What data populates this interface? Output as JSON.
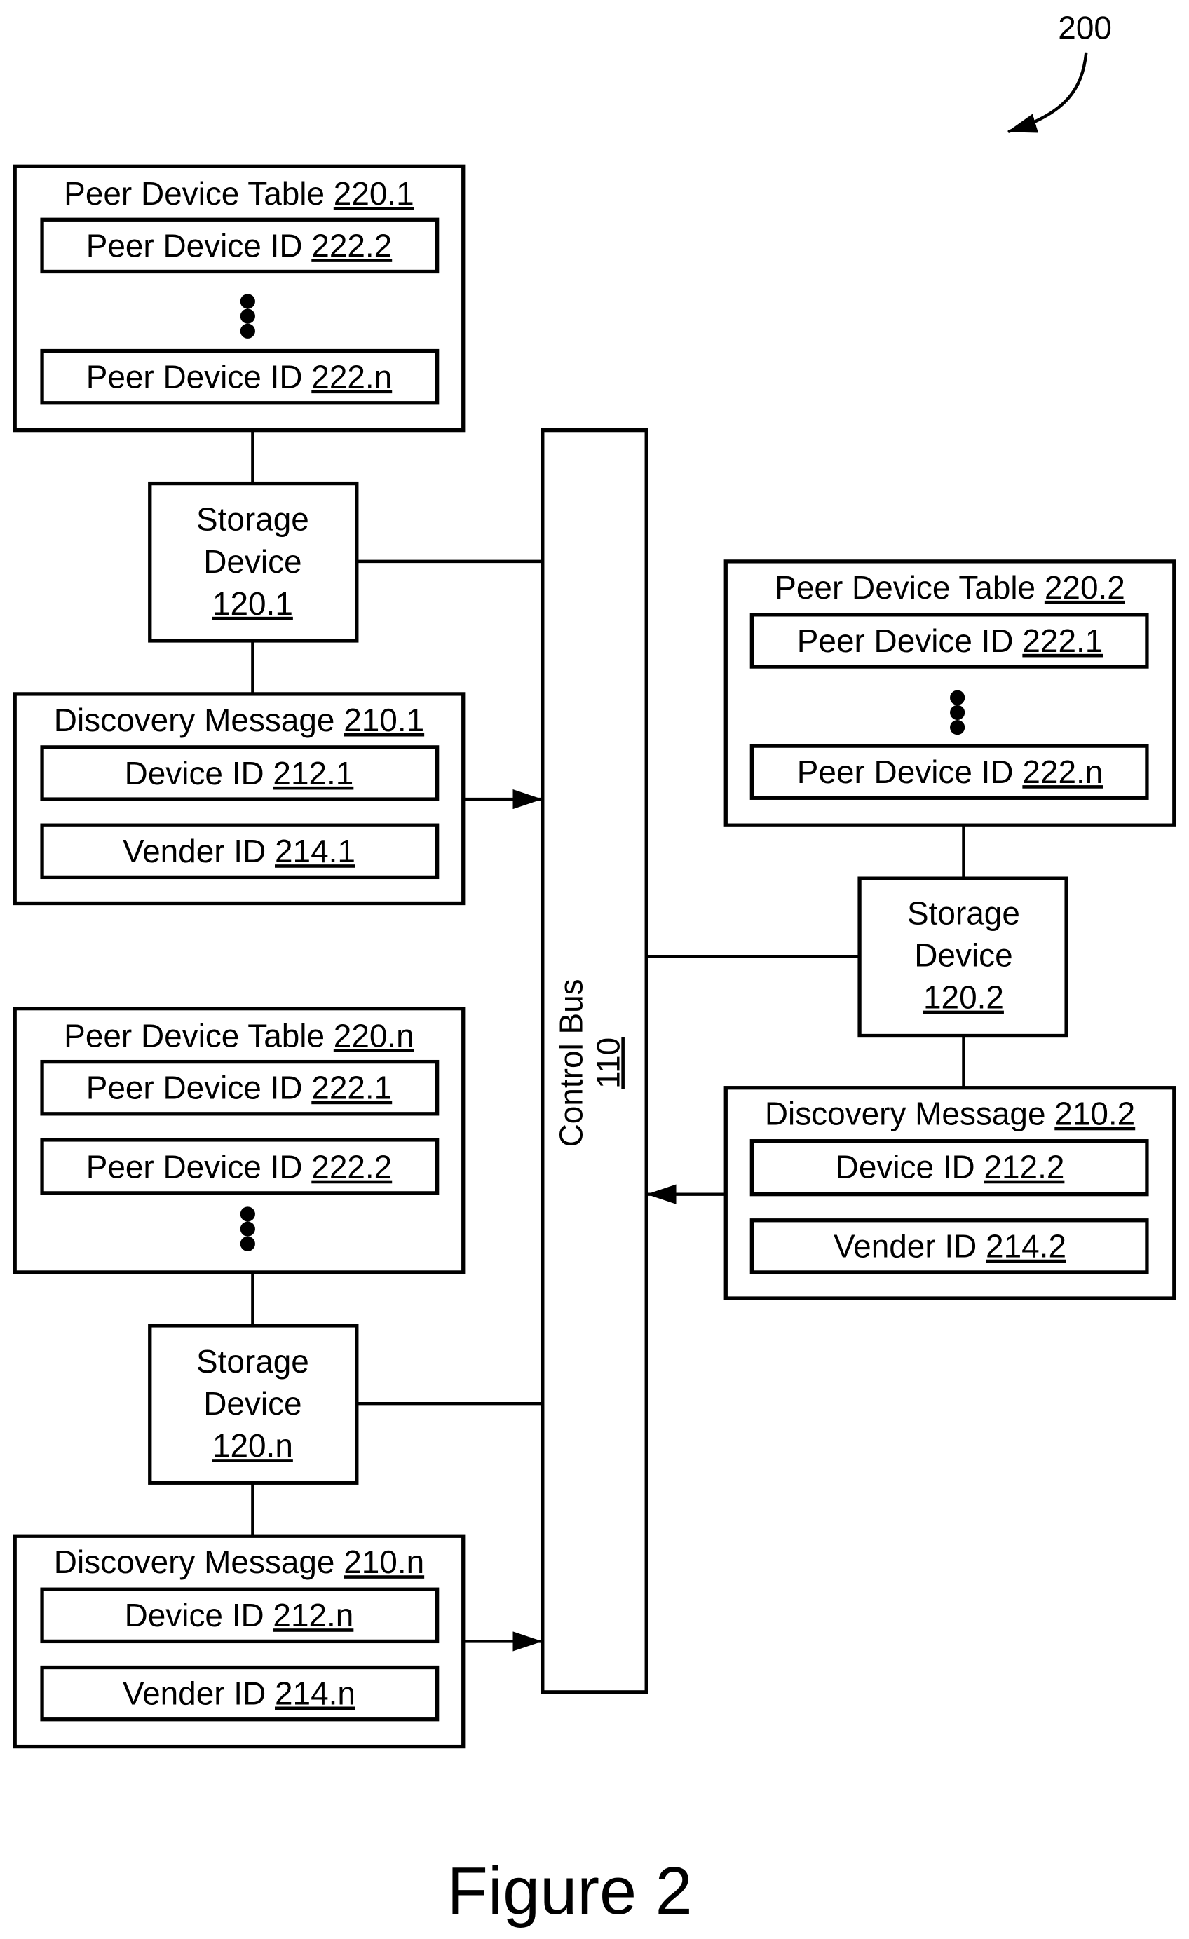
{
  "figure": {
    "reference": "200",
    "caption": "Figure 2"
  },
  "control_bus": {
    "label": "Control Bus",
    "ref": "110"
  },
  "groups": [
    {
      "peer_table": {
        "label": "Peer Device Table ",
        "ref": "220.1",
        "entries": [
          {
            "label": "Peer Device ID ",
            "ref": "222.2"
          },
          {
            "label": "Peer Device ID ",
            "ref": "222.n"
          }
        ]
      },
      "storage": {
        "line1": "Storage",
        "line2": "Device",
        "ref": "120.1"
      },
      "discovery": {
        "label": "Discovery Message ",
        "ref": "210.1",
        "device_id": {
          "label": "Device ID ",
          "ref": "212.1"
        },
        "vender_id": {
          "label": "Vender ID ",
          "ref": "214.1"
        }
      }
    },
    {
      "peer_table": {
        "label": "Peer Device Table ",
        "ref": "220.2",
        "entries": [
          {
            "label": "Peer Device ID ",
            "ref": "222.1"
          },
          {
            "label": "Peer Device ID ",
            "ref": "222.n"
          }
        ]
      },
      "storage": {
        "line1": "Storage",
        "line2": "Device",
        "ref": "120.2"
      },
      "discovery": {
        "label": "Discovery Message ",
        "ref": "210.2",
        "device_id": {
          "label": "Device ID ",
          "ref": "212.2"
        },
        "vender_id": {
          "label": "Vender ID ",
          "ref": "214.2"
        }
      }
    },
    {
      "peer_table": {
        "label": "Peer Device Table ",
        "ref": "220.n",
        "entries": [
          {
            "label": "Peer Device ID ",
            "ref": "222.1"
          },
          {
            "label": "Peer Device ID ",
            "ref": "222.2"
          }
        ]
      },
      "storage": {
        "line1": "Storage",
        "line2": "Device",
        "ref": "120.n"
      },
      "discovery": {
        "label": "Discovery Message ",
        "ref": "210.n",
        "device_id": {
          "label": "Device ID ",
          "ref": "212.n"
        },
        "vender_id": {
          "label": "Vender ID ",
          "ref": "214.n"
        }
      }
    }
  ]
}
